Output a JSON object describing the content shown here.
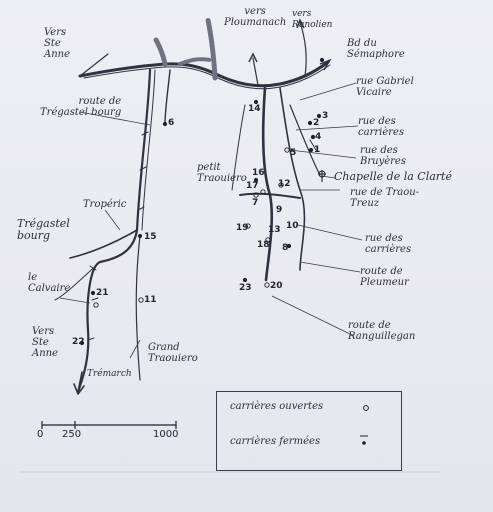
{
  "place_labels": {
    "vers_ste_anne_top": "Vers\nSte\nAnne",
    "vers_ploumanach": "vers\nPloumanach",
    "vers_ranolien": "vers\nRanolien",
    "bd_du_semaphore": "Bd du\nSémaphore",
    "route_de_tregastel_bourg": "route de\nTrégastel bourg",
    "rue_gabriel_vicaire": "rue Gabriel\nVicaire",
    "rue_des_carrieres_1": "rue des\ncarrières",
    "rue_des_bruyeres": "rue des\nBruyères",
    "chapelle_de_la_clarte": "Chapelle de la Clarté",
    "rue_de_traou_treuz": "rue de Traou-\nTreuz",
    "petit_traouiero": "petit\nTraouiero",
    "troperic": "Tropéric",
    "tregastel_bourg": "Trégastel\nbourg",
    "rue_des_carrieres_2": "rue des\ncarrières",
    "route_de_pleumeur": "route de\nPleumeur",
    "le_calvaire": "le\nCalvaire",
    "vers_ste_anne_bottom": "Vers\nSte\nAnne",
    "tremarch": "Trémarch",
    "grand_traouiero": "Grand\nTraouiero",
    "route_de_ranguillegan": "route de\nRanguillegan"
  },
  "quarry_numbers": [
    "1",
    "2",
    "3",
    "4",
    "5",
    "6",
    "7",
    "8",
    "9",
    "10",
    "11",
    "12",
    "13",
    "14",
    "15",
    "16",
    "17",
    "18",
    "19",
    "20",
    "21",
    "22",
    "23"
  ],
  "scale": {
    "zero": "0",
    "mid": "250",
    "end": "1000"
  },
  "legend": {
    "open_label": "carrières ouvertes",
    "open_symbol": "o",
    "closed_label": "carrières fermées",
    "closed_symbol": "•"
  },
  "colors": {
    "ink": "#2a2d3a",
    "paper": "#ecedf2"
  }
}
